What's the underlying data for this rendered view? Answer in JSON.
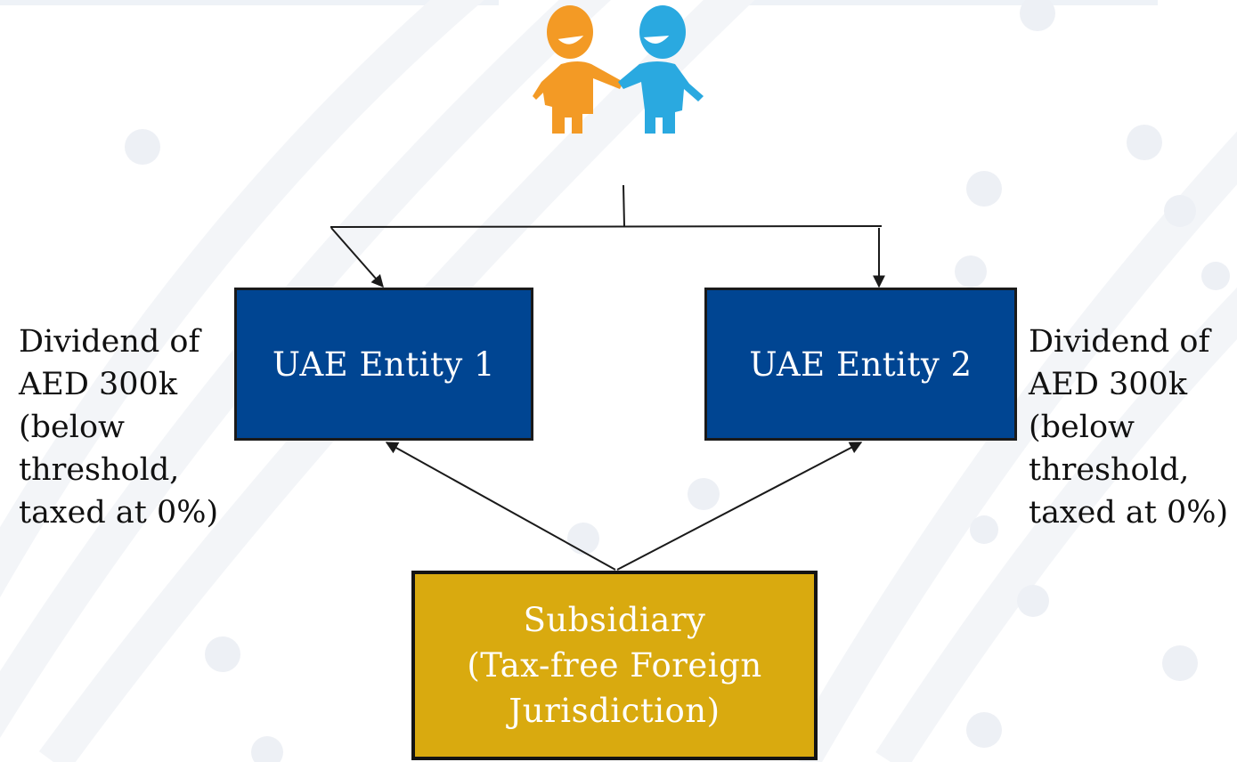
{
  "colors": {
    "entity_fill": "#004592",
    "subsidiary_fill": "#d9aa0f",
    "person_left": "#f39a25",
    "person_right": "#2aa9e0",
    "connector": "#1a1a1a"
  },
  "icons": {
    "top": "handshake-people-icon"
  },
  "entities": {
    "entity1": {
      "label": "UAE Entity 1"
    },
    "entity2": {
      "label": "UAE Entity 2"
    }
  },
  "subsidiary": {
    "lines": [
      "Subsidiary",
      "(Tax-free Foreign",
      "Jurisdiction)"
    ]
  },
  "notes": {
    "left": [
      "Dividend of",
      "AED 300k",
      "(below",
      "threshold,",
      "taxed at 0%)"
    ],
    "right": [
      "Dividend of",
      "AED 300k",
      "(below",
      "threshold,",
      "taxed at 0%)"
    ]
  }
}
